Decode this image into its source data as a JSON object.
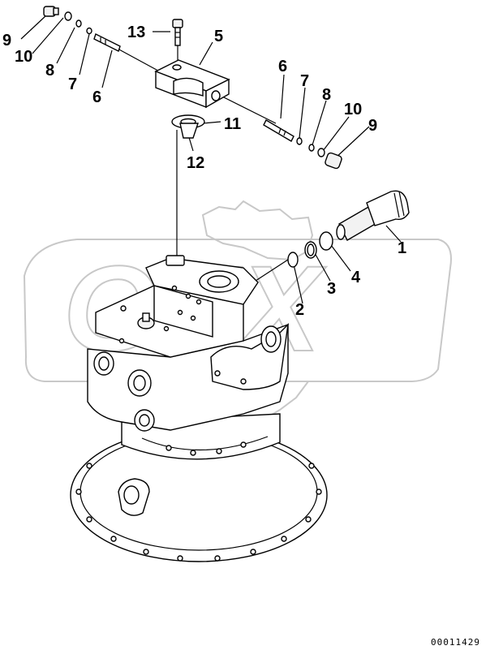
{
  "callouts": {
    "c9a": "9",
    "c10a": "10",
    "c8a": "8",
    "c7a": "7",
    "c6a": "6",
    "c13": "13",
    "c5": "5",
    "c6b": "6",
    "c7b": "7",
    "c8b": "8",
    "c10b": "10",
    "c9b": "9",
    "c11": "11",
    "c12": "12",
    "c1": "1",
    "c4": "4",
    "c3": "3",
    "c2": "2"
  },
  "document_number": "00011429",
  "colors": {
    "line": "#000000",
    "watermark": "#c8c8c8",
    "background": "#ffffff"
  }
}
